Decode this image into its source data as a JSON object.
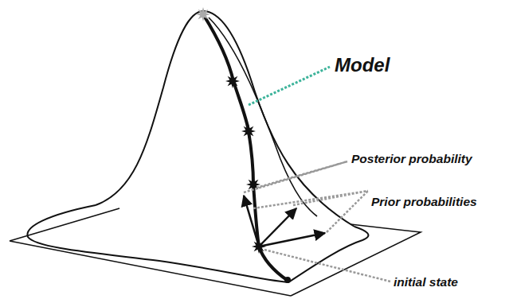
{
  "diagram": {
    "labels": [
      "Model",
      "Posterior probability",
      "Prior probabilities",
      "initial state"
    ]
  }
}
